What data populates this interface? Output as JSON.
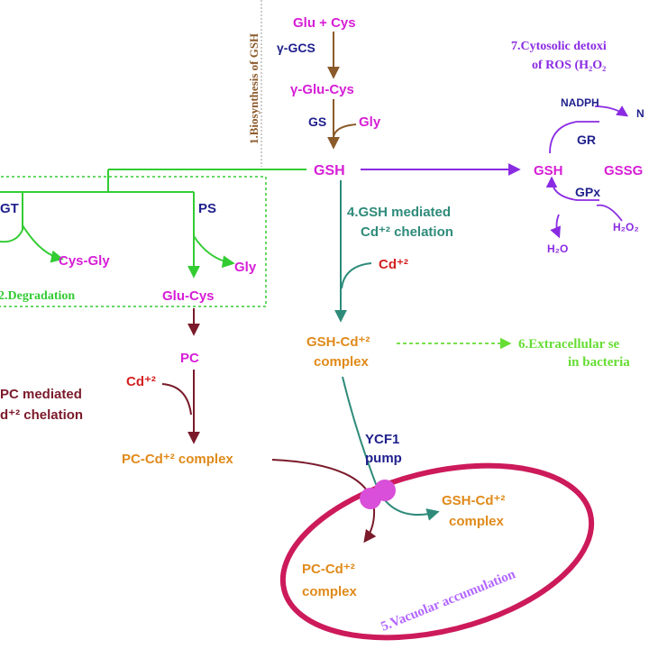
{
  "pathway": {
    "glu_cys": "Glu + Cys",
    "gamma_gcs": "γ-GCS",
    "gamma_glu_cys": "γ-Glu-Cys",
    "gs": "GS",
    "gly_top": "Gly",
    "gsh_center": "GSH"
  },
  "steps": {
    "biosynthesis": "1.Biosynthesis of GSH",
    "degradation": "2.Degradation",
    "pc_chelation_line1": "PC mediated",
    "pc_chelation_line2": "d⁺² chelation",
    "gsh_chelation_line1": "4.GSH mediated",
    "gsh_chelation_line2": "Cd⁺² chelation",
    "vacuolar": "5.Vacuolar accumulation",
    "extracellular_line1": "6.Extracellular se",
    "extracellular_line2": "in bacteria",
    "cytosolic_line1": "7.Cytosolic detoxi",
    "cytosolic_line2": "of ROS (H₂O₂"
  },
  "degradation_branch": {
    "gt": "GT",
    "cys_gly": "Cys-Gly",
    "ps": "PS",
    "gly": "Gly",
    "glu_cys": "Glu-Cys"
  },
  "pc_branch": {
    "pc": "PC",
    "cd": "Cd⁺²",
    "complex": "PC-Cd⁺² complex"
  },
  "gsh_branch": {
    "cd": "Cd⁺²",
    "complex_line1": "GSH-Cd⁺²",
    "complex_line2": "complex"
  },
  "transporter": {
    "name_line1": "YCF1",
    "name_line2": "pump"
  },
  "vacuole": {
    "gsh_complex_line1": "GSH-Cd⁺²",
    "gsh_complex_line2": "complex",
    "pc_complex_line1": "PC-Cd⁺²",
    "pc_complex_line2": "complex"
  },
  "ros_cycle": {
    "nadph": "NADPH",
    "nadp_partial": "N",
    "gr": "GR",
    "gsh": "GSH",
    "gssg_partial": "GSSG",
    "gpx": "GPx",
    "h2o": "H₂O",
    "h2o2_partial": "H₂O₂"
  },
  "colors": {
    "magenta": "#d61ed6",
    "navy": "#1f1f8c",
    "brown": "#8b5a2b",
    "green": "#33cc33",
    "teal": "#2e8b7a",
    "red": "#d42020",
    "orange": "#e08a1a",
    "purple": "#8a2be2",
    "maroon": "#7a1a2a",
    "vacuole": "#cc1a5a",
    "pump": "#d94fd9",
    "lime": "#66dd33"
  }
}
